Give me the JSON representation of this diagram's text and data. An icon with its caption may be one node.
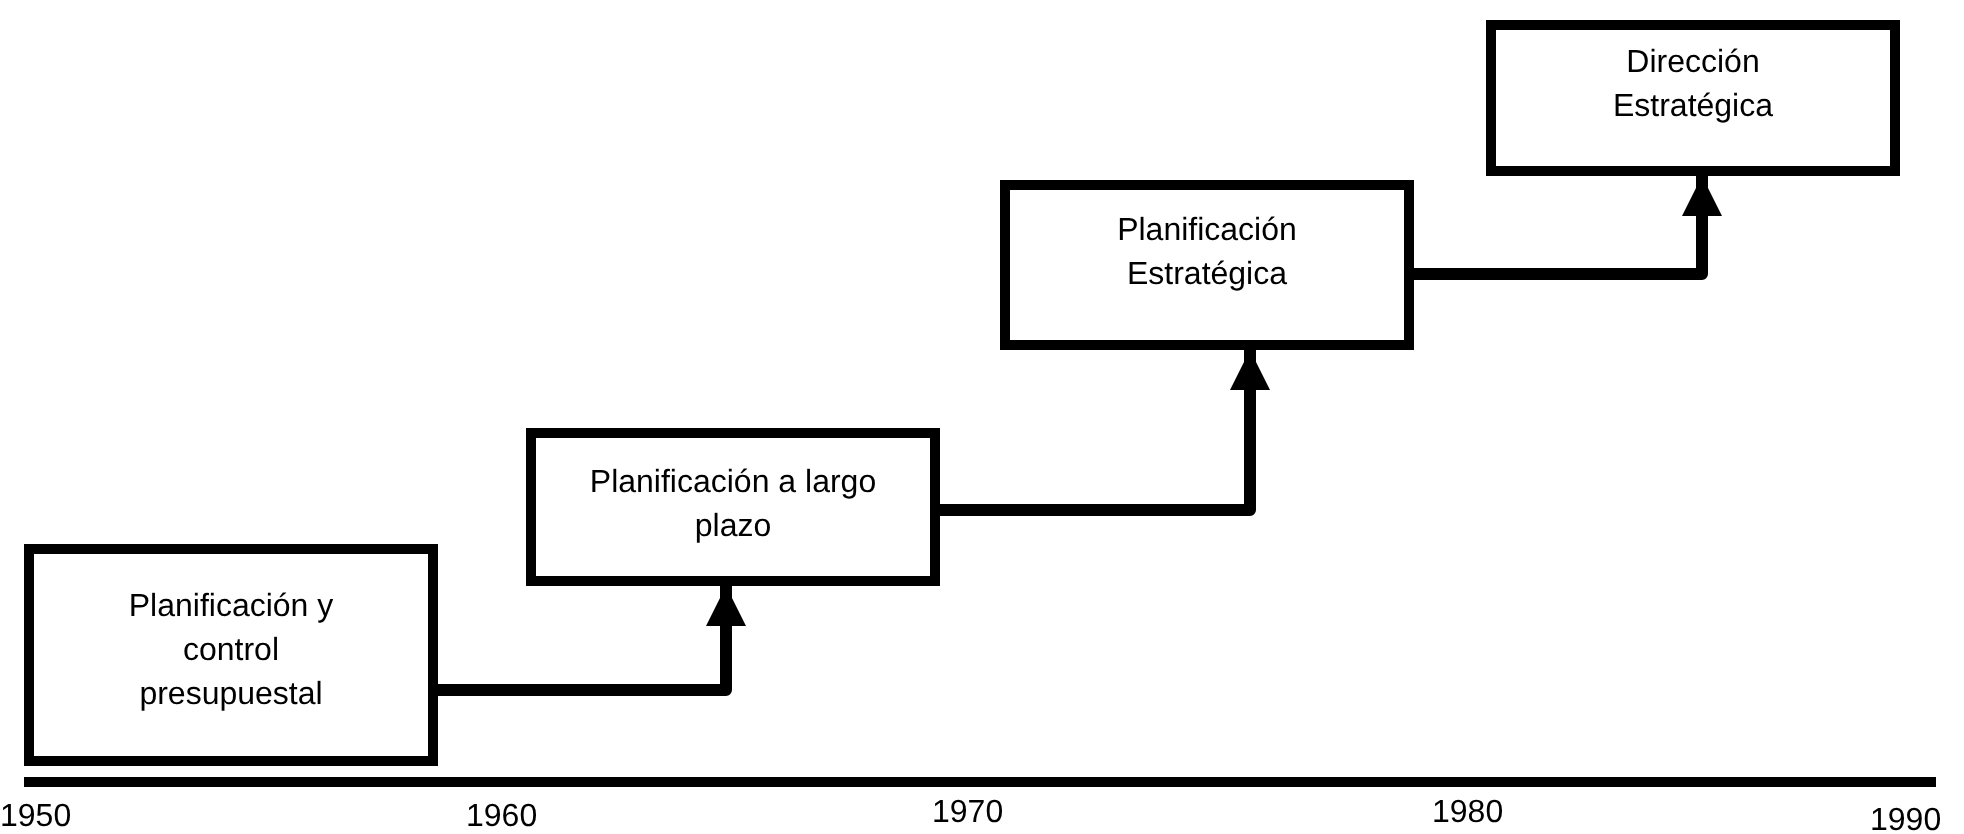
{
  "diagram": {
    "nodes": [
      {
        "text": [
          "Planificación y control presupuestal"
        ]
      },
      {
        "text": [
          "Planificación a largo plazo"
        ]
      },
      {
        "text": [
          "Planificación Estratégica"
        ]
      },
      {
        "text": [
          "Dirección Estratégica"
        ]
      }
    ],
    "edges": [
      {
        "from": 0,
        "to": 1,
        "arrow": "to"
      },
      {
        "from": 1,
        "to": 2,
        "arrow": "to"
      },
      {
        "from": 2,
        "to": 3,
        "arrow": "to"
      }
    ],
    "labels": [
      "1950",
      "1960",
      "1970",
      "1980",
      "1990"
    ]
  }
}
